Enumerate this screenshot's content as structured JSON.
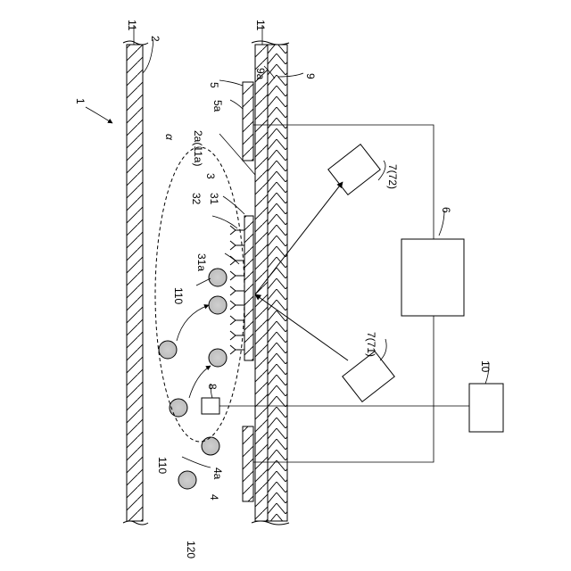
{
  "labels": {
    "device": "1",
    "channel": "2",
    "inner_surface": "2a(11a)",
    "capture_layer": "3",
    "first_molecule": "31",
    "first_molecule_end": "31a",
    "second_molecule": "32",
    "electrode_4": "4",
    "electrode_4a": "4a",
    "electrode_5": "5",
    "electrode_5a": "5a",
    "controller": "6",
    "detector_72": "7(72)",
    "emitter_71": "7(71)",
    "sensor": "8",
    "substrate": "9",
    "substrate_face": "9a",
    "processor": "10",
    "wall_top": "11",
    "wall_right": "11",
    "target_particle_a": "110",
    "target_particle_b": "110",
    "liquid": "120",
    "region": "α"
  }
}
